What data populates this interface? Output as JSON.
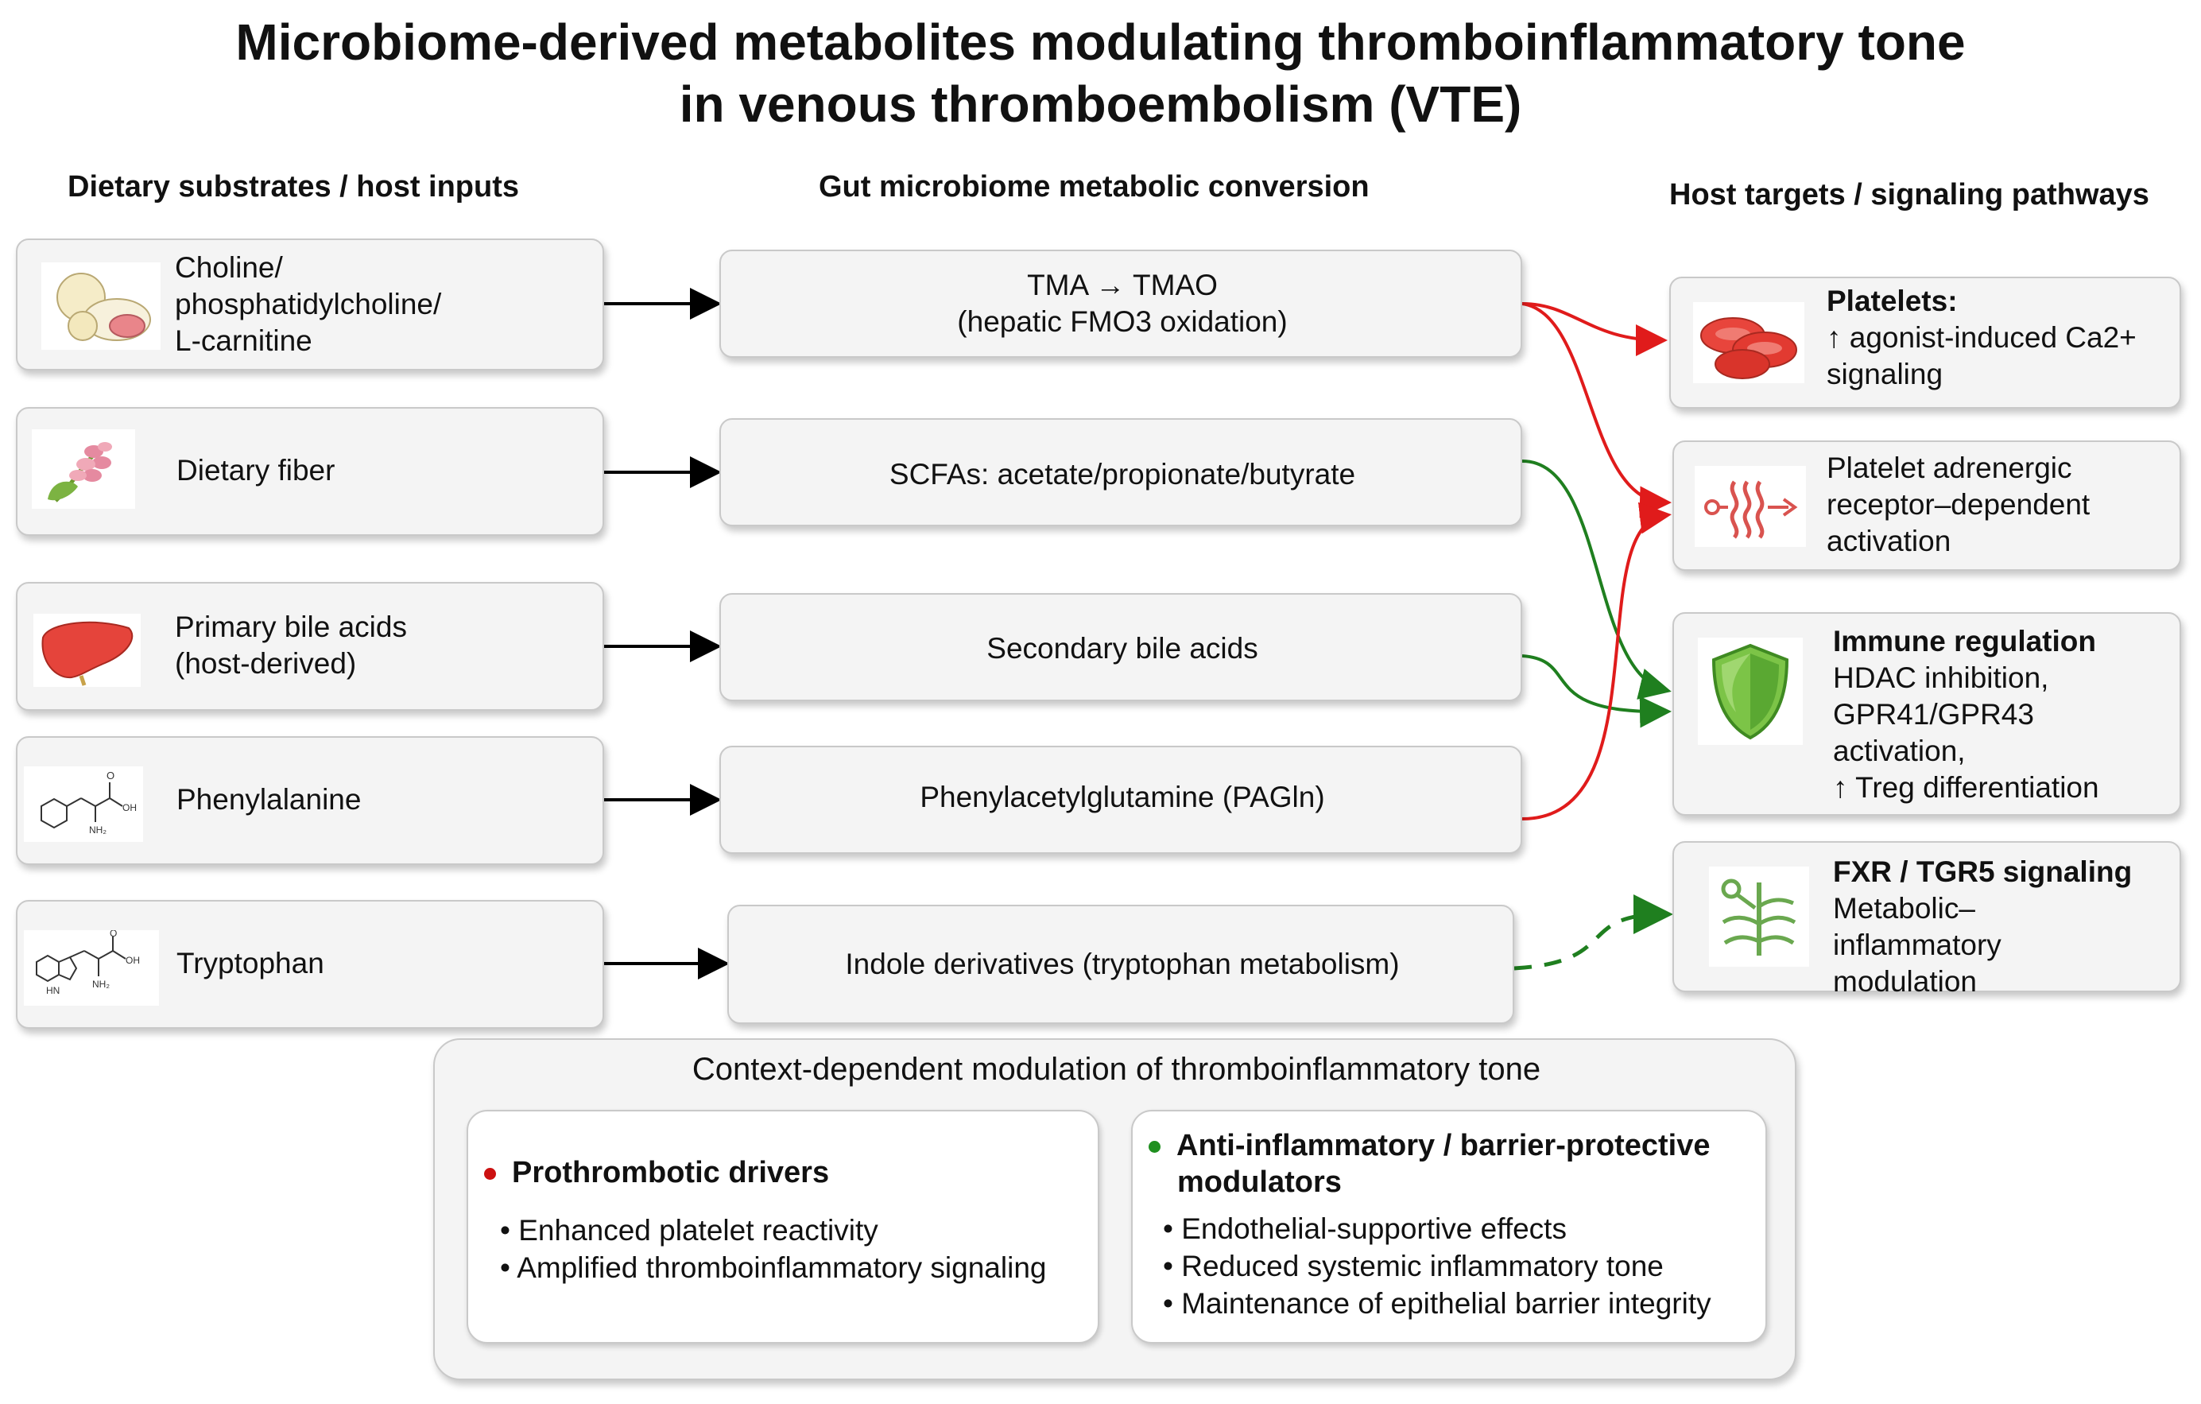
{
  "title": {
    "line1": "Microbiome-derived metabolites modulating thromboinflammatory tone",
    "line2": "in venous thromboembolism (VTE)"
  },
  "columns": {
    "left": "Dietary substrates / host inputs",
    "middle": "Gut microbiome metabolic conversion",
    "right": "Host targets / signaling pathways"
  },
  "inputs": [
    {
      "icon": "nutrient-pills-icon",
      "lines": [
        "Choline/",
        "phosphatidylcholine/",
        "L-carnitine"
      ]
    },
    {
      "icon": "grain-plant-icon",
      "lines": [
        "Dietary fiber"
      ]
    },
    {
      "icon": "liver-icon",
      "lines": [
        "Primary bile acids",
        "(host-derived)"
      ]
    },
    {
      "icon": "phenylalanine-structure-icon",
      "lines": [
        "Phenylalanine"
      ]
    },
    {
      "icon": "tryptophan-structure-icon",
      "lines": [
        "Tryptophan"
      ]
    }
  ],
  "structures": {
    "phenylalanine": {
      "oxygen": "O",
      "hydroxyl": "OH",
      "amine": "NH₂"
    },
    "tryptophan": {
      "oxygen": "O",
      "hydroxyl": "OH",
      "amine": "NH₂",
      "ring_nh": "HN"
    }
  },
  "conversions": [
    {
      "lines": [
        "TMA → TMAO",
        "(hepatic FMO3 oxidation)"
      ]
    },
    {
      "lines": [
        "SCFAs: acetate/propionate/butyrate"
      ]
    },
    {
      "lines": [
        "Secondary bile acids"
      ]
    },
    {
      "lines": [
        "Phenylacetylglutamine (PAGln)"
      ]
    },
    {
      "lines": [
        "Indole derivatives (tryptophan metabolism)"
      ]
    }
  ],
  "targets": [
    {
      "icon": "platelets-icon",
      "title": "Platelets:",
      "lines": [
        "↑ agonist-induced Ca2+",
        "signaling"
      ]
    },
    {
      "icon": "adrenergic-receptor-icon",
      "title": "",
      "lines": [
        "Platelet adrenergic",
        "receptor–dependent",
        "activation"
      ]
    },
    {
      "icon": "shield-icon",
      "title": "Immune regulation",
      "lines": [
        "HDAC inhibition,",
        "GPR41/GPR43",
        "activation,",
        "↑ Treg differentiation"
      ]
    },
    {
      "icon": "receptor-signaling-icon",
      "title": "FXR / TGR5 signaling",
      "lines": [
        "Metabolic–",
        "inflammatory",
        "modulation"
      ]
    }
  ],
  "context": {
    "title": "Context-dependent modulation of thromboinflammatory tone",
    "prothrombotic": {
      "title": "Prothrombotic drivers",
      "items": [
        "• Enhanced platelet reactivity",
        "• Amplified thromboinflammatory signaling"
      ]
    },
    "protective": {
      "title_lines": [
        "Anti-inflammatory / barrier-protective",
        "modulators"
      ],
      "items": [
        "• Endothelial-supportive effects",
        "• Reduced systemic inflammatory tone",
        "• Maintenance of epithelial barrier integrity"
      ]
    }
  },
  "colors": {
    "prothrombotic": "#e01b1b",
    "protective": "#1f7f1f",
    "arrow": "#000000",
    "box_fill": "#f4f4f4",
    "box_border": "#c9c9c9"
  }
}
